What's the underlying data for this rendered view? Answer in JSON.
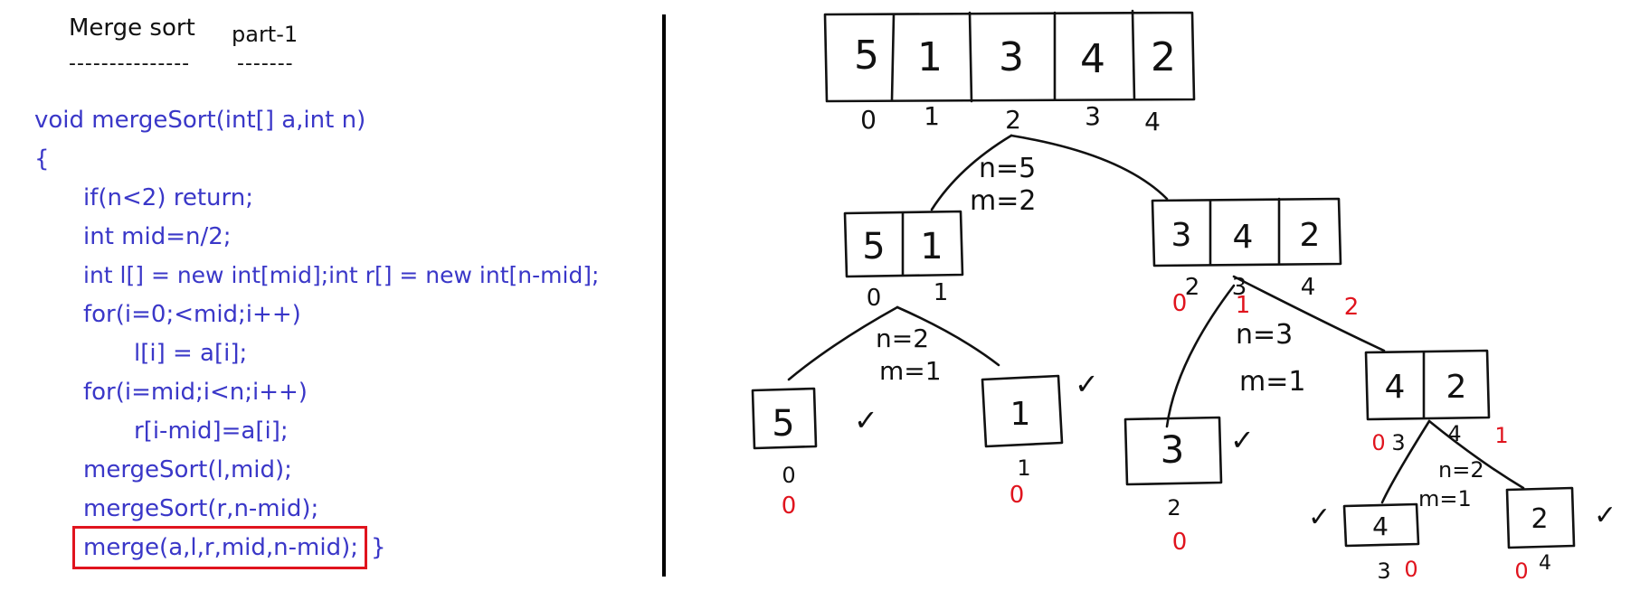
{
  "title": {
    "main": "Merge sort",
    "part": "part-1"
  },
  "underline": {
    "main": "---------------",
    "part": "-------"
  },
  "code": {
    "l1": "void mergeSort(int[] a,int n)",
    "l2": "{",
    "l3": "if(n<2) return;",
    "l4": "int mid=n/2;",
    "l5": "int l[] = new int[mid];int r[] = new int[n-mid];",
    "l6": "for(i=0;<mid;i++)",
    "l7": "l[i] = a[i];",
    "l8": "for(i=mid;i<n;i++)",
    "l9": "r[i-mid]=a[i];",
    "l10": "mergeSort(l,mid);",
    "l11": "mergeSort(r,n-mid);",
    "l12": "merge(a,l,r,mid,n-mid);",
    "l13": "}"
  },
  "tree": {
    "root": {
      "cells": [
        "5",
        "1",
        "3",
        "4",
        "2"
      ],
      "indices": [
        "0",
        "1",
        "2",
        "3",
        "4"
      ]
    },
    "root_split": {
      "n": "n=5",
      "m": "m=2"
    },
    "left": {
      "cells": [
        "5",
        "1"
      ],
      "indices": [
        "0",
        "1"
      ]
    },
    "left_split": {
      "n": "n=2",
      "m": "m=1"
    },
    "right": {
      "cells": [
        "3",
        "4",
        "2"
      ],
      "indices": [
        "2",
        "3",
        "4"
      ],
      "red": [
        "0",
        "1",
        "2"
      ]
    },
    "right_split": {
      "n": "n=3",
      "m": "m=1"
    },
    "leaf5": {
      "cells": [
        "5"
      ],
      "index": "0",
      "red": "0",
      "check": "✓"
    },
    "leaf1": {
      "cells": [
        "1"
      ],
      "index": "1",
      "red": "0",
      "check": "✓"
    },
    "leaf3": {
      "cells": [
        "3"
      ],
      "index": "2",
      "red": "0",
      "check": "✓"
    },
    "rr": {
      "cells": [
        "4",
        "2"
      ],
      "indices": [
        "3",
        "4"
      ],
      "red": [
        "0",
        "1"
      ]
    },
    "rr_split": {
      "n": "n=2",
      "m": "m=1"
    },
    "leaf4": {
      "cells": [
        "4"
      ],
      "index": "3",
      "red": "0",
      "check": "✓"
    },
    "leaf2": {
      "cells": [
        "2"
      ],
      "index": "4",
      "red": "0",
      "check": "✓"
    }
  },
  "colors": {
    "code": "#3a37c8",
    "highlight": "#e0141e",
    "ink": "#111111",
    "annot": "#e0141e"
  }
}
